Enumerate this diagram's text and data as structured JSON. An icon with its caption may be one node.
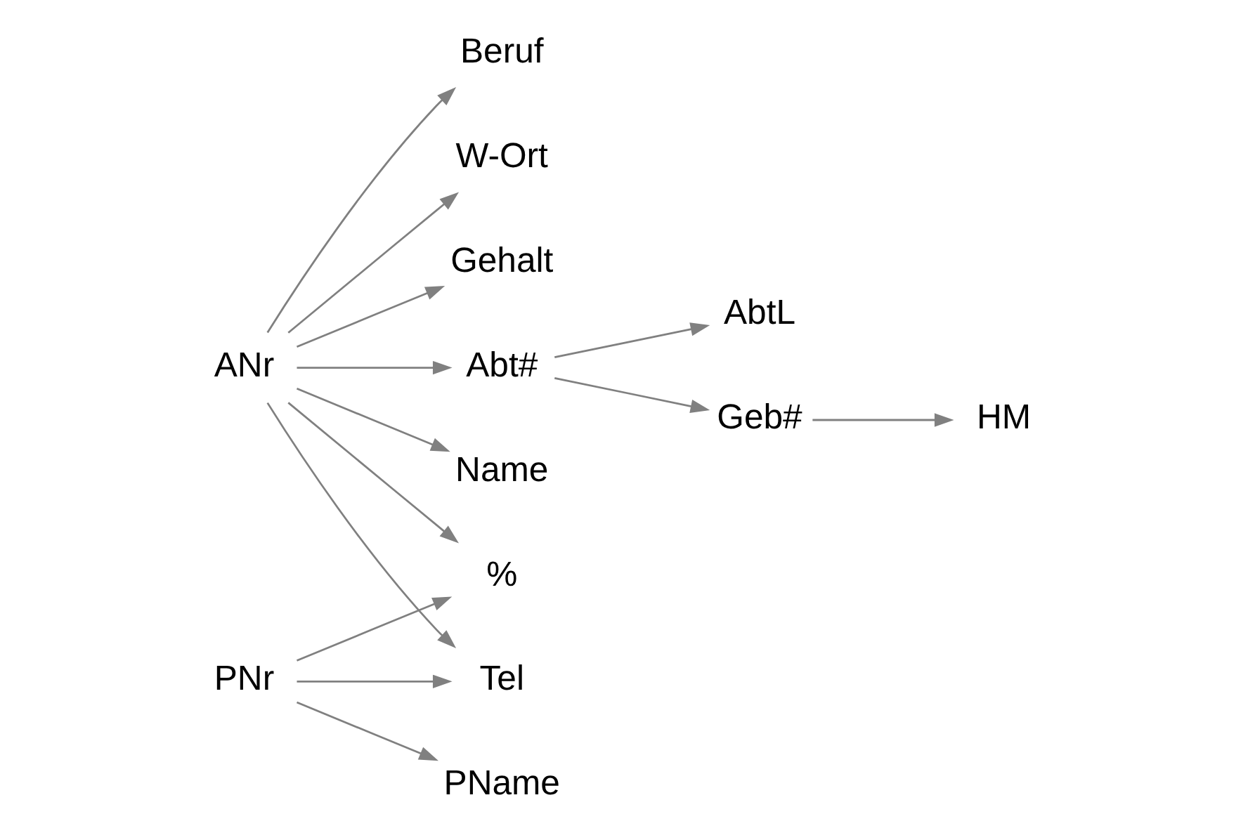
{
  "diagram": {
    "nodes": [
      {
        "text": [
          "ANr"
        ]
      },
      {
        "text": [
          "Name"
        ]
      },
      {
        "text": [
          "Beruf"
        ]
      },
      {
        "text": [
          "W-Ort"
        ]
      },
      {
        "text": [
          "Gehalt"
        ]
      },
      {
        "text": [
          "Abt#"
        ]
      },
      {
        "text": [
          "AbtL"
        ]
      },
      {
        "text": [
          "Geb#"
        ]
      },
      {
        "text": [
          "HM"
        ]
      },
      {
        "text": [
          "%"
        ]
      },
      {
        "text": [
          "Tel"
        ]
      },
      {
        "text": [
          "PNr"
        ]
      },
      {
        "text": [
          "PName"
        ]
      }
    ],
    "edges": [
      {
        "from": 0,
        "to": 1,
        "arrow": "to"
      },
      {
        "from": 0,
        "to": 2,
        "arrow": "to"
      },
      {
        "from": 0,
        "to": 3,
        "arrow": "to"
      },
      {
        "from": 0,
        "to": 4,
        "arrow": "to"
      },
      {
        "from": 0,
        "to": 5,
        "arrow": "to"
      },
      {
        "from": 5,
        "to": 6,
        "arrow": "to"
      },
      {
        "from": 5,
        "to": 7,
        "arrow": "to"
      },
      {
        "from": 7,
        "to": 8,
        "arrow": "to"
      },
      {
        "from": 0,
        "to": 9,
        "arrow": "to"
      },
      {
        "from": 0,
        "to": 10,
        "arrow": "to"
      },
      {
        "from": 11,
        "to": 9,
        "arrow": "to"
      },
      {
        "from": 11,
        "to": 10,
        "arrow": "to"
      },
      {
        "from": 11,
        "to": 12,
        "arrow": "to"
      }
    ]
  }
}
